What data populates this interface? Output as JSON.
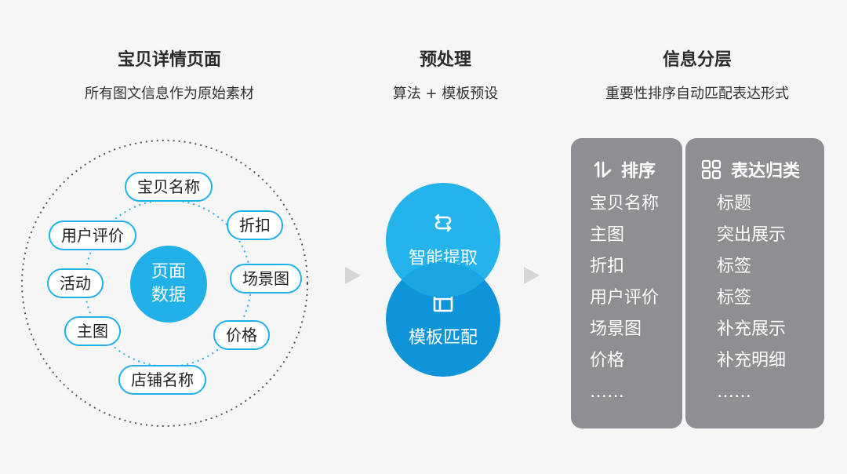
{
  "columns": [
    {
      "title": "宝贝详情页面",
      "subtitle": "所有图文信息作为原始素材"
    },
    {
      "title": "预处理",
      "subtitle": "算法 + 模板预设"
    },
    {
      "title": "信息分层",
      "subtitle": "重要性排序自动匹配表达形式"
    }
  ],
  "source": {
    "center": [
      "页面",
      "数据"
    ],
    "items": [
      "宝贝名称",
      "折扣",
      "场景图",
      "价格",
      "店铺名称",
      "主图",
      "活动",
      "用户评价"
    ]
  },
  "process": {
    "steps": [
      {
        "label": "智能提取",
        "icon": "link-extract-icon"
      },
      {
        "label": "模板匹配",
        "icon": "layout-template-icon"
      }
    ]
  },
  "layers": {
    "sort": {
      "title": "排序",
      "icon": "sort-icon",
      "items": [
        "宝贝名称",
        "主图",
        "折扣",
        "用户评价",
        "场景图",
        "价格",
        "……"
      ]
    },
    "expression": {
      "title": "表达归类",
      "icon": "grid-icon",
      "items": [
        "标题",
        "突出展示",
        "标签",
        "标签",
        "补充展示",
        "补充明细",
        "……"
      ]
    }
  },
  "colors": {
    "accent": "#21b0e8",
    "accent_dark": "#0e94d8",
    "panel": "#8e8e93",
    "arrow": "#d6d6d6",
    "background": "#f6f6f6"
  }
}
